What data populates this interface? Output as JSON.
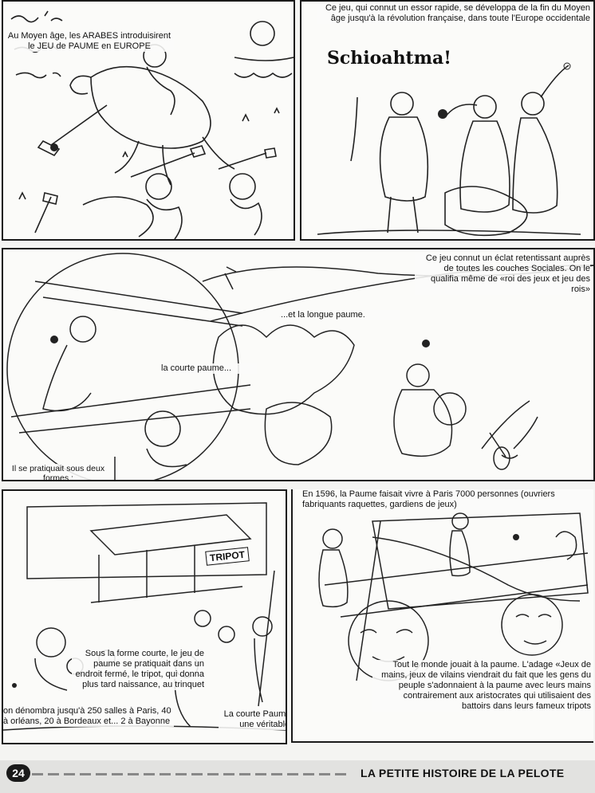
{
  "page": {
    "number": "24",
    "running_title": "LA PETITE HISTOIRE DE LA PELOTE"
  },
  "panels": {
    "p1": {
      "caption": "Au Moyen âge, les ARABES introduisirent le JEU de PAUME en EUROPE"
    },
    "p2": {
      "caption": "Ce jeu, qui connut un essor rapide, se développa de la fin du Moyen âge jusqu'à la révolution française, dans toute l'Europe occidentale",
      "speech": "Schioahtma!"
    },
    "p3": {
      "caption_top": "Ce jeu connut un éclat retentissant auprès de toutes les couches Sociales. On le qualifia même de «roi des jeux et jeu des rois»",
      "label_longue": "...et la longue paume.",
      "label_courte": "la courte paume...",
      "caption_forms": "Il se pratiquait sous deux formes :"
    },
    "p4": {
      "caption_courte": "Sous la forme courte, le jeu de paume se pratiquait dans un endroit fermé, le tripot, qui donna plus tard naissance, au trinquet",
      "caption_count": "on dénombra jusqu'à 250 salles à Paris, 40 à orléans, 20 à Bordeaux et... 2 à Bayonne",
      "caption_industry": "La courte Paume donna lieu à une véritable industrie",
      "sign": "TRIPOT"
    },
    "p5": {
      "caption_1596": "En 1596, la Paume faisait vivre à Paris 7000 personnes (ouvriers fabriquants raquettes, gardiens de jeux)",
      "caption_adage": "Tout le monde jouait à la paume. L'adage «Jeux de mains, jeux de vilains viendrait du fait que les gens du peuple s'adonnaient à la paume avec leurs mains contrairement aux aristocrates qui utilisaient des battoirs dans leurs fameux tripots"
    }
  }
}
